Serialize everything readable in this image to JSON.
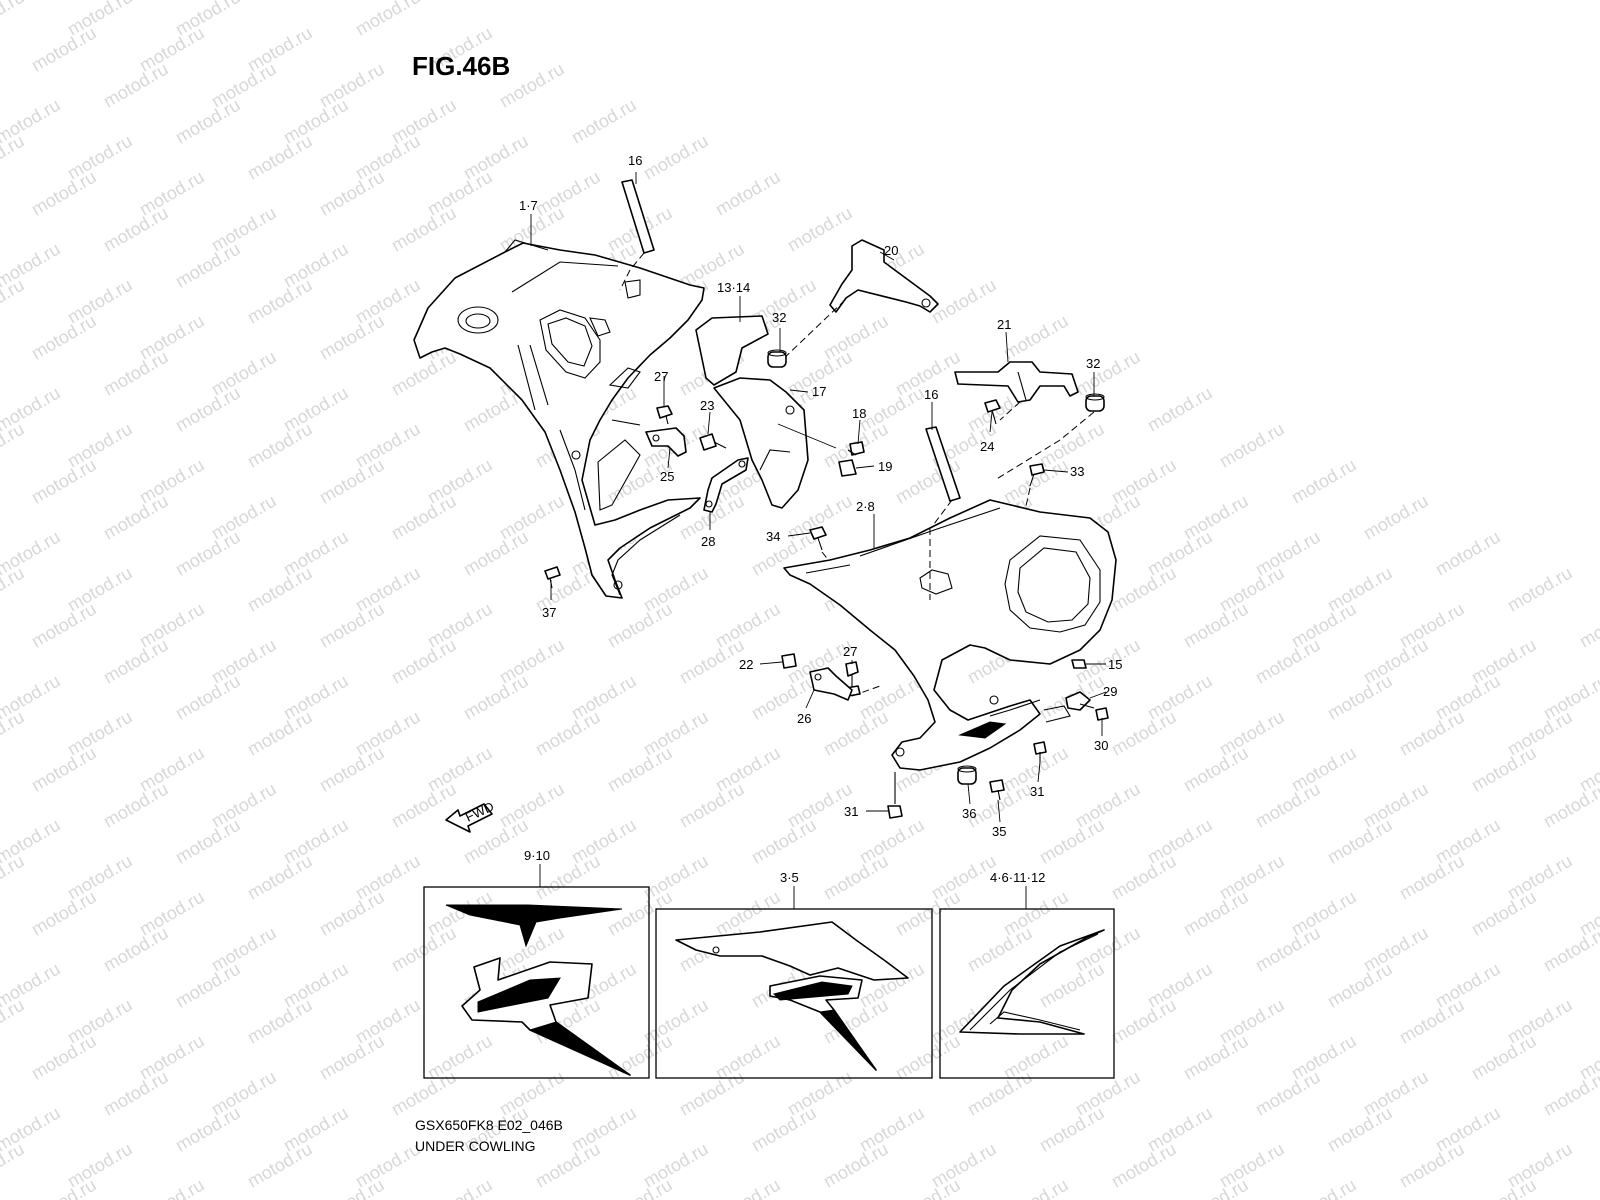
{
  "figure": {
    "title": "FIG.46B",
    "drawing_code": "GSX650FK8 E02_046B",
    "caption": "UNDER COWLING",
    "watermark": "motod.ru",
    "fwd_label": "FWD"
  },
  "callouts": [
    {
      "id": "c1-7",
      "label": "1·7"
    },
    {
      "id": "c16a",
      "label": "16"
    },
    {
      "id": "c13-14",
      "label": "13·14"
    },
    {
      "id": "c20",
      "label": "20"
    },
    {
      "id": "c32a",
      "label": "32"
    },
    {
      "id": "c21",
      "label": "21"
    },
    {
      "id": "c32b",
      "label": "32"
    },
    {
      "id": "c27a",
      "label": "27"
    },
    {
      "id": "c23",
      "label": "23"
    },
    {
      "id": "c17",
      "label": "17"
    },
    {
      "id": "c18",
      "label": "18"
    },
    {
      "id": "c16b",
      "label": "16"
    },
    {
      "id": "c24",
      "label": "24"
    },
    {
      "id": "c25",
      "label": "25"
    },
    {
      "id": "c19",
      "label": "19"
    },
    {
      "id": "c33",
      "label": "33"
    },
    {
      "id": "c2-8",
      "label": "2·8"
    },
    {
      "id": "c28",
      "label": "28"
    },
    {
      "id": "c34",
      "label": "34"
    },
    {
      "id": "c37",
      "label": "37"
    },
    {
      "id": "c27b",
      "label": "27"
    },
    {
      "id": "c22",
      "label": "22"
    },
    {
      "id": "c15",
      "label": "15"
    },
    {
      "id": "c29",
      "label": "29"
    },
    {
      "id": "c26",
      "label": "26"
    },
    {
      "id": "c30",
      "label": "30"
    },
    {
      "id": "c31a",
      "label": "31"
    },
    {
      "id": "c31b",
      "label": "31"
    },
    {
      "id": "c36",
      "label": "36"
    },
    {
      "id": "c35",
      "label": "35"
    },
    {
      "id": "c9-10",
      "label": "9·10"
    },
    {
      "id": "c3-5",
      "label": "3·5"
    },
    {
      "id": "c4-6-11-12",
      "label": "4·6·11·12"
    }
  ]
}
